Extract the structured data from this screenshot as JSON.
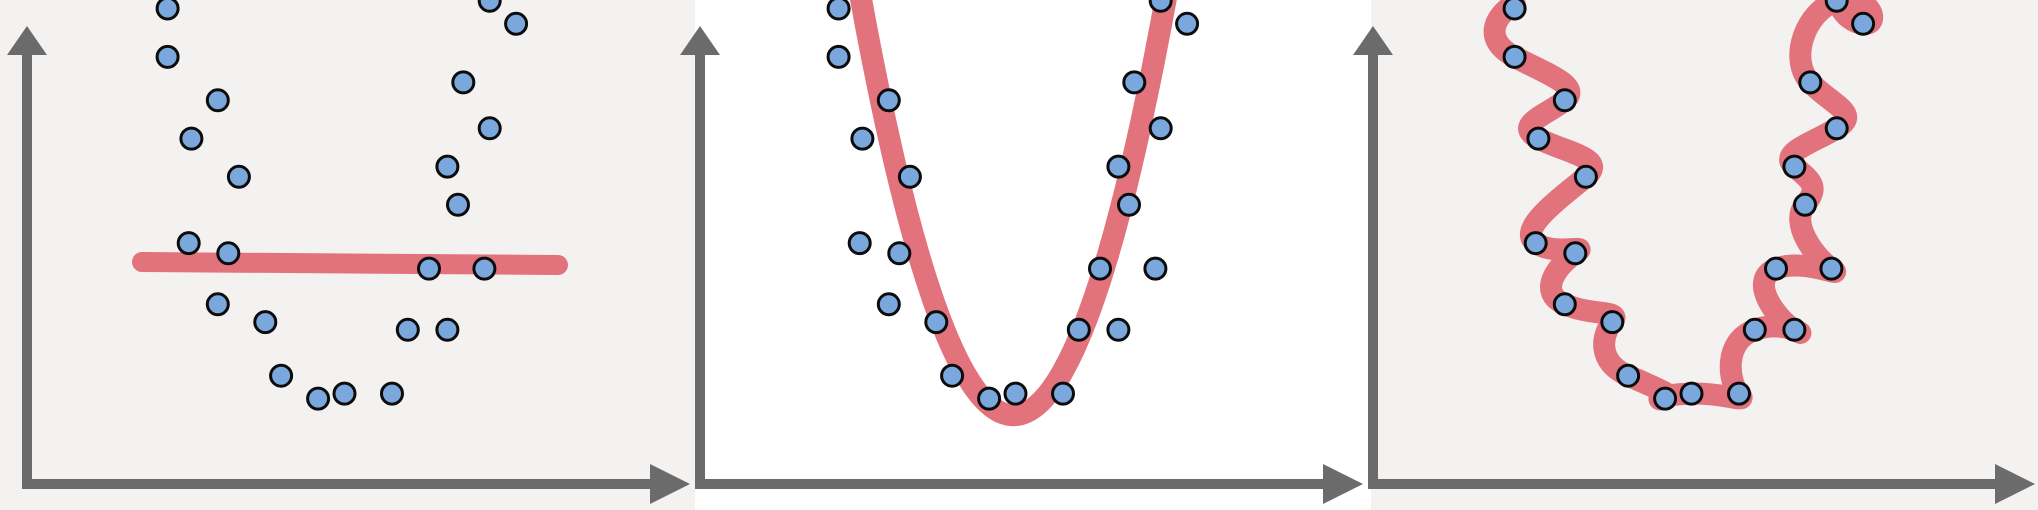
{
  "colors": {
    "panel_bg_1": "#f4f2f0",
    "panel_bg_2": "#ffffff",
    "panel_bg_3": "#f4f2f0",
    "axis": "#6b6b6b",
    "fit": "#e2727c",
    "point_fill": "#7aa7dc",
    "point_stroke": "#0c0c0c"
  },
  "panels": [
    {
      "id": "underfit",
      "fit_kind": "horizontal line"
    },
    {
      "id": "good-fit",
      "fit_kind": "parabola"
    },
    {
      "id": "overfit",
      "fit_kind": "wiggly curve through every point"
    }
  ],
  "points": [
    [
      -6.0,
      17.0
    ],
    [
      -6.0,
      15.1
    ],
    [
      -4.1,
      13.4
    ],
    [
      -5.1,
      11.9
    ],
    [
      -3.3,
      10.4
    ],
    [
      -5.2,
      7.8
    ],
    [
      -3.7,
      7.4
    ],
    [
      -4.1,
      5.4
    ],
    [
      -2.3,
      4.7
    ],
    [
      -1.7,
      2.6
    ],
    [
      -0.3,
      1.7
    ],
    [
      0.7,
      1.9
    ],
    [
      2.5,
      1.9
    ],
    [
      3.1,
      4.4
    ],
    [
      4.6,
      4.4
    ],
    [
      3.9,
      6.8
    ],
    [
      6.0,
      6.8
    ],
    [
      5.0,
      9.3
    ],
    [
      4.6,
      10.8
    ],
    [
      6.2,
      12.3
    ],
    [
      5.2,
      14.1
    ],
    [
      6.2,
      17.3
    ],
    [
      7.2,
      16.4
    ]
  ]
}
